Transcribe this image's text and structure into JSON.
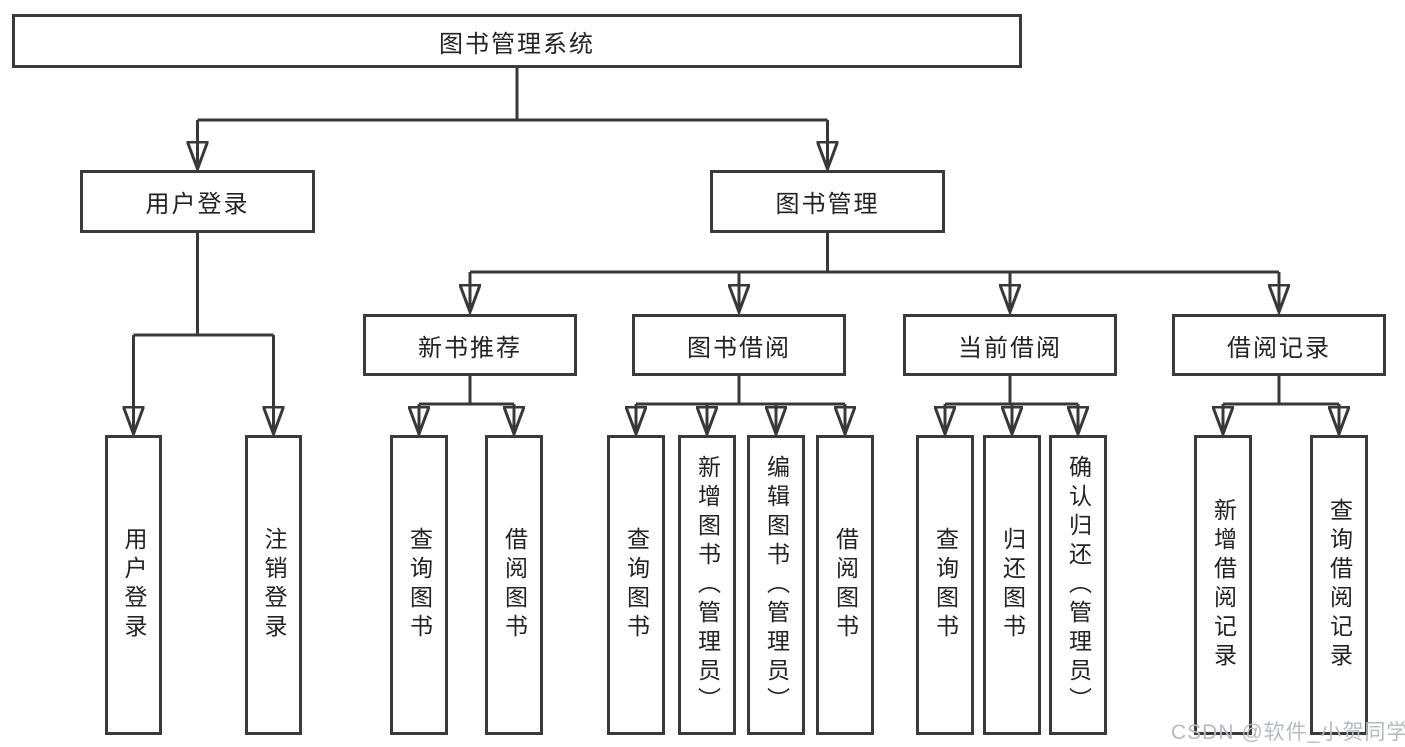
{
  "tree": {
    "root": {
      "label": "图书管理系统"
    },
    "branches": [
      {
        "label": "用户登录",
        "children": [
          {
            "label": "用户登录"
          },
          {
            "label": "注销登录"
          }
        ]
      },
      {
        "label": "图书管理",
        "children": [
          {
            "label": "新书推荐",
            "children": [
              {
                "label": "查询图书"
              },
              {
                "label": "借阅图书"
              }
            ]
          },
          {
            "label": "图书借阅",
            "children": [
              {
                "label": "查询图书"
              },
              {
                "label": "新增图书（管理员）"
              },
              {
                "label": "编辑图书（管理员）"
              },
              {
                "label": "借阅图书"
              }
            ]
          },
          {
            "label": "当前借阅",
            "children": [
              {
                "label": "查询图书"
              },
              {
                "label": "归还图书"
              },
              {
                "label": "确认归还（管理员）"
              }
            ]
          },
          {
            "label": "借阅记录",
            "children": [
              {
                "label": "新增借阅记录"
              },
              {
                "label": "查询借阅记录"
              }
            ]
          }
        ]
      }
    ]
  },
  "watermark": {
    "text": "CSDN @软件_小贺同学"
  },
  "colors": {
    "line": "#383838",
    "box_border": "#3a3a3a",
    "text": "#222222",
    "watermark": "#b6bac0",
    "background": "#ffffff"
  }
}
